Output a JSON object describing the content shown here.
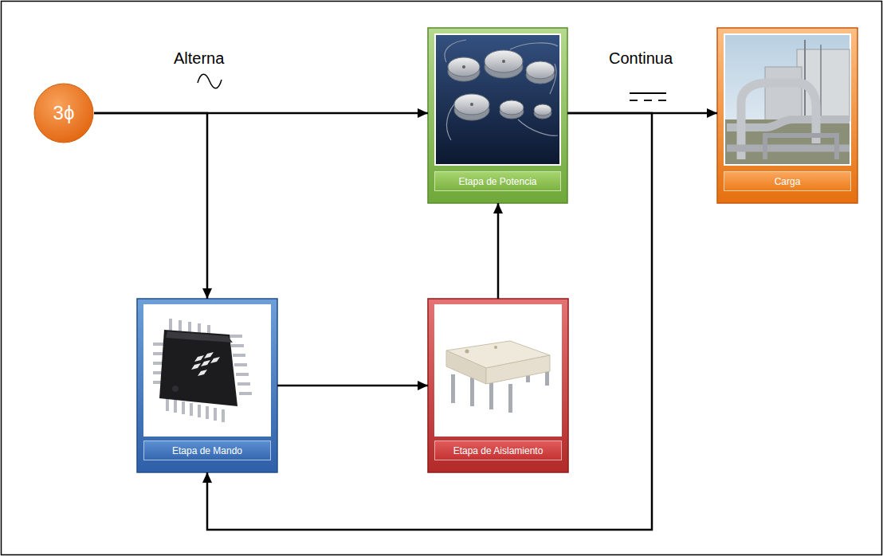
{
  "diagram": {
    "nodes": [
      {
        "text": [
          "3ϕ"
        ]
      },
      {
        "text": [
          "Etapa de Potencia"
        ]
      },
      {
        "text": [
          "Carga"
        ]
      },
      {
        "text": [
          "Etapa de Mando"
        ]
      },
      {
        "text": [
          "Etapa de Aislamiento"
        ]
      }
    ],
    "edges": [
      {
        "from": 0,
        "to": 1,
        "arrow": "to"
      },
      {
        "from": 0,
        "to": 3,
        "arrow": "to"
      },
      {
        "from": 1,
        "to": 2,
        "arrow": "to"
      },
      {
        "from": 1,
        "to": 3,
        "arrow": "to"
      },
      {
        "from": 3,
        "to": 4,
        "arrow": "to"
      },
      {
        "from": 4,
        "to": 1,
        "arrow": "to"
      }
    ],
    "labels": [
      "Alterna",
      "Continua"
    ]
  }
}
